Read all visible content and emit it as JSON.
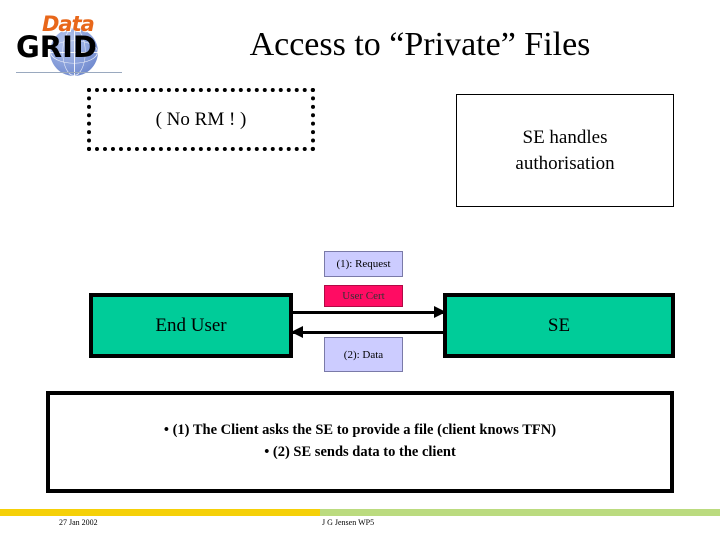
{
  "slide": {
    "title": "Access to “Private” Files",
    "background": "#FFFFFF"
  },
  "logo": {
    "top_word": "Data",
    "bottom_word": "GRID",
    "top_color": "#E8671A",
    "bottom_color": "#000000",
    "globe_color": "#5D79C6",
    "alt": "DataGRID logo"
  },
  "note_dotted": {
    "text": "( No RM ! )",
    "border_style": "dotted",
    "border_color": "#000000"
  },
  "auth_box": {
    "line1": "SE handles",
    "line2": "authorisation",
    "border_color": "#000000"
  },
  "diagram": {
    "nodes": [
      {
        "id": "end-user",
        "label": "End User",
        "fill": "#00CC99",
        "stroke": "#000000"
      },
      {
        "id": "se",
        "label": "SE",
        "fill": "#00CC99",
        "stroke": "#000000"
      }
    ],
    "edge_labels": [
      {
        "id": "request",
        "label": "(1): Request",
        "fill": "#CCCCFF"
      },
      {
        "id": "user-cert",
        "label": "User Cert",
        "fill": "#FF0C63"
      },
      {
        "id": "data",
        "label": "(2): Data",
        "fill": "#CCCCFF"
      }
    ],
    "arrows": [
      {
        "id": "request-arrow",
        "from": "End User",
        "to": "SE",
        "direction": "right"
      },
      {
        "id": "data-arrow",
        "from": "SE",
        "to": "End User",
        "direction": "left"
      }
    ]
  },
  "explanation": {
    "line1": "• (1) The Client asks the SE to provide a file (client knows TFN)",
    "line2": "• (2) SE sends data to the client"
  },
  "footer": {
    "date": "27 Jan 2002",
    "author": "J G Jensen WP5",
    "bar_left_color": "#F5D008",
    "bar_right_color": "#BBDB7F"
  }
}
